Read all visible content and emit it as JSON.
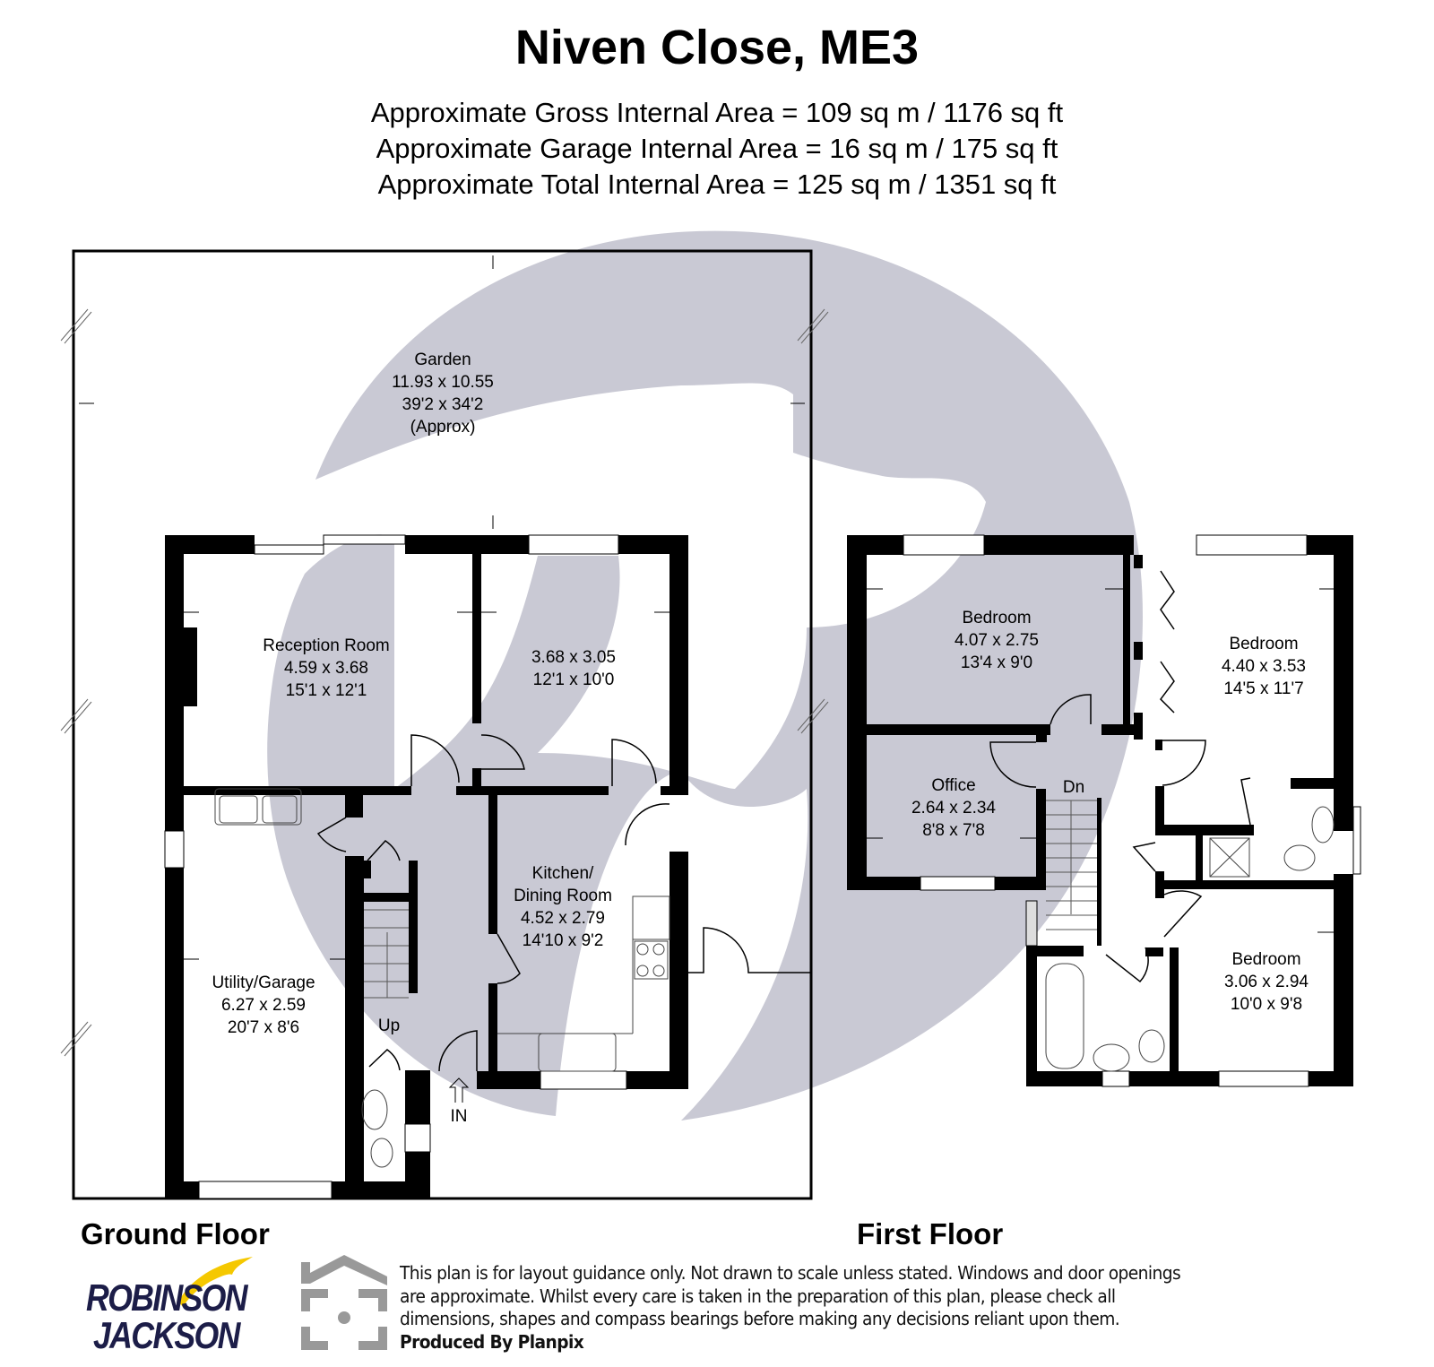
{
  "header": {
    "title": "Niven Close, ME3",
    "areas": [
      "Approximate Gross Internal Area = 109 sq m / 1176 sq ft",
      "Approximate Garage Internal Area = 16 sq m / 175 sq ft",
      "Approximate Total Internal Area = 125 sq m / 1351 sq ft"
    ]
  },
  "ground_floor": {
    "label": "Ground Floor",
    "rooms": {
      "garden": {
        "name": "Garden",
        "metric": "11.93 x 10.55",
        "imperial": "39'2 x 34'2",
        "note": "(Approx)"
      },
      "reception": {
        "name": "Reception Room",
        "metric": "4.59 x 3.68",
        "imperial": "15'1 x 12'1"
      },
      "unnamed": {
        "metric": "3.68 x 3.05",
        "imperial": "12'1 x 10'0"
      },
      "kitchen": {
        "name1": "Kitchen/",
        "name2": "Dining Room",
        "metric": "4.52 x 2.79",
        "imperial": "14'10 x 9'2"
      },
      "utility": {
        "name": "Utility/Garage",
        "metric": "6.27 x 2.59",
        "imperial": "20'7 x 8'6"
      }
    },
    "stairs_label": "Up",
    "entrance_label": "IN"
  },
  "first_floor": {
    "label": "First Floor",
    "rooms": {
      "bedroom1": {
        "name": "Bedroom",
        "metric": "4.07 x 2.75",
        "imperial": "13'4 x 9'0"
      },
      "bedroom2": {
        "name": "Bedroom",
        "metric": "4.40 x 3.53",
        "imperial": "14'5 x 11'7"
      },
      "office": {
        "name": "Office",
        "metric": "2.64 x 2.34",
        "imperial": "8'8 x 7'8"
      },
      "bedroom3": {
        "name": "Bedroom",
        "metric": "3.06 x 2.94",
        "imperial": "10'0 x 9'8"
      }
    },
    "stairs_label": "Dn"
  },
  "footer": {
    "logo": {
      "line1": "ROBINSON",
      "line2": "JACKSON",
      "brand_color": "#1c1d48",
      "accent_color": "#f5c800"
    },
    "disclaimer": [
      "This plan is for layout guidance only. Not drawn to scale unless stated. Windows and door openings",
      "are approximate. Whilst every care is taken in the preparation of this plan, please check all",
      "dimensions, shapes and compass bearings before making any decisions reliant upon them."
    ],
    "produced_by": "Produced By Planpix"
  },
  "colors": {
    "watermark": "#c6c6d2",
    "wall": "#000000",
    "planpix_grey": "#999999"
  }
}
